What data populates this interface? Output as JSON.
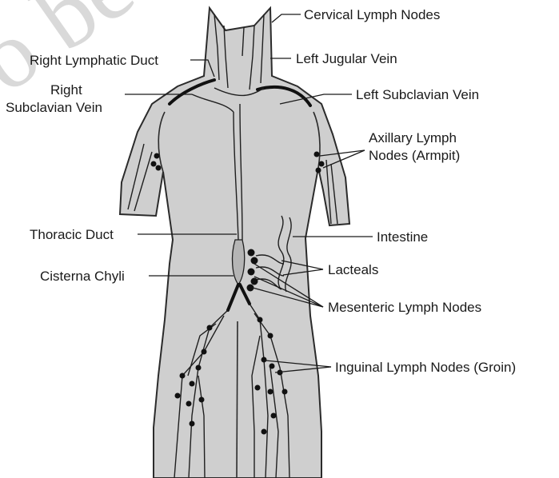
{
  "watermark": "o be",
  "labels": {
    "cervical": "Cervical Lymph Nodes",
    "right_lymphatic_duct": "Right Lymphatic Duct",
    "left_jugular": "Left Jugular Vein",
    "right_subclavian_line1": "Right",
    "right_subclavian_line2": "Subclavian Vein",
    "left_subclavian": "Left Subclavian Vein",
    "axillary_line1": "Axillary Lymph",
    "axillary_line2": "Nodes (Armpit)",
    "thoracic_duct": "Thoracic Duct",
    "intestine": "Intestine",
    "lacteals": "Lacteals",
    "cisterna_chyli": "Cisterna Chyli",
    "mesenteric": "Mesenteric Lymph Nodes",
    "inguinal": "Inguinal Lymph Nodes (Groin)"
  }
}
